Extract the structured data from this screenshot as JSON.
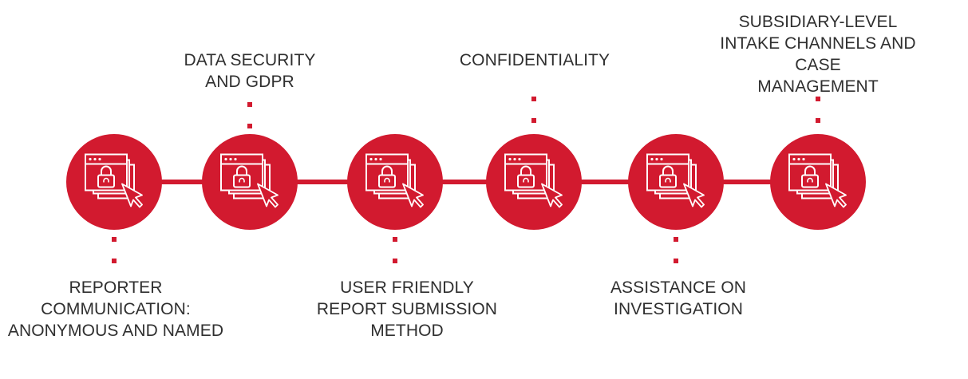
{
  "accent_color": "#d21a2f",
  "text_color": "#2f2f2f",
  "node_icon": "browser-lock-cursor-icon",
  "steps": [
    {
      "label": "REPORTER\nCOMMUNICATION:\nANONYMOUS AND NAMED",
      "position": "below"
    },
    {
      "label": "DATA SECURITY\nAND GDPR",
      "position": "above"
    },
    {
      "label": "USER FRIENDLY\nREPORT SUBMISSION\nMETHOD",
      "position": "below"
    },
    {
      "label": "CONFIDENTIALITY",
      "position": "above"
    },
    {
      "label": "ASSISTANCE ON\nINVESTIGATION",
      "position": "below"
    },
    {
      "label": "SUBSIDIARY-LEVEL\nINTAKE CHANNELS AND\nCASE\nMANAGEMENT",
      "position": "above"
    }
  ]
}
